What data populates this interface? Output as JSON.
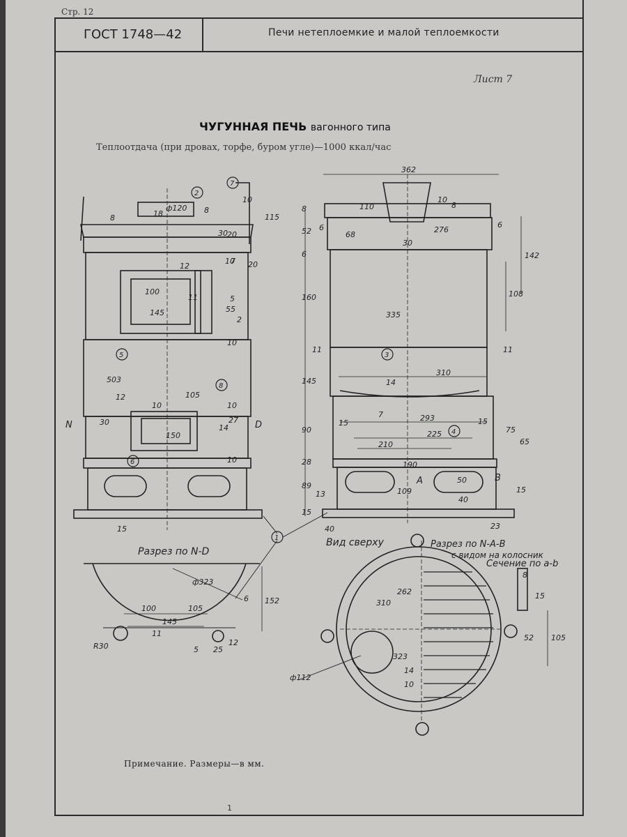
{
  "header": {
    "page_label": "Стр. 12",
    "standard": "ГОСТ 1748—42",
    "section_title": "Печи нетеплоемкие и малой теплоемкости"
  },
  "sheet_label": "Лист 7",
  "title": {
    "main": "ЧУГУННАЯ ПЕЧЬ",
    "rest": "вагонного типа"
  },
  "subtitle": "Теплоотдача (при дровах, торфе, буром угле)—1000 ккал/час",
  "views": {
    "section_nd": "Разрез по N-D",
    "top_view": "Вид сверху",
    "section_nab": "Разрез по N-A-B",
    "grate_view": "с видом на колосник",
    "section_ab": "Сечение по a-b"
  },
  "letters": {
    "n": "N",
    "d": "D",
    "a": "A",
    "b": "B"
  },
  "callouts": [
    "1",
    "2",
    "3",
    "4",
    "5",
    "6",
    "7",
    "8"
  ],
  "dimensions": {
    "front": [
      "8",
      "ф120",
      "18",
      "8",
      "10",
      "115",
      "20",
      "30",
      "20",
      "10",
      "7",
      "12",
      "100",
      "11",
      "145",
      "5",
      "55",
      "2",
      "10",
      "503",
      "12",
      "105",
      "10",
      "10",
      "30",
      "150",
      "27",
      "14",
      "10",
      "15"
    ],
    "side": [
      "362",
      "110",
      "10",
      "8",
      "8",
      "52",
      "6",
      "68",
      "30",
      "276",
      "6",
      "6",
      "142",
      "108",
      "160",
      "335",
      "11",
      "11",
      "145",
      "310",
      "14",
      "90",
      "7",
      "293",
      "15",
      "15",
      "75",
      "225",
      "65",
      "28",
      "210",
      "190",
      "89",
      "109",
      "50",
      "40",
      "13",
      "15",
      "40",
      "23",
      "15"
    ],
    "section": [
      "ф323",
      "152",
      "100",
      "105",
      "145",
      "11",
      "R30",
      "5",
      "25",
      "12",
      "6"
    ],
    "top": [
      "310",
      "262",
      "323",
      "10",
      "14",
      "ф112",
      "8",
      "15",
      "52",
      "105"
    ]
  },
  "note": "Примечание. Размеры—в мм.",
  "footer_mark": "1"
}
